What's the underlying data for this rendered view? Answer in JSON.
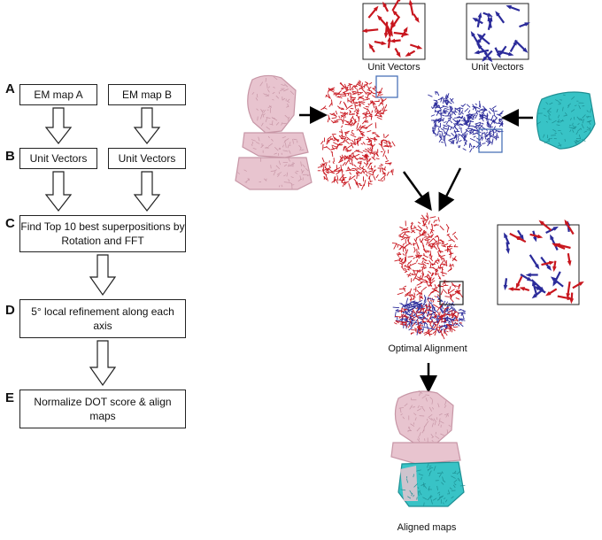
{
  "flowchart": {
    "steps": [
      {
        "letter": "A",
        "boxes": [
          "EM map A",
          "EM map B"
        ]
      },
      {
        "letter": "B",
        "boxes": [
          "Unit Vectors",
          "Unit Vectors"
        ]
      },
      {
        "letter": "C",
        "boxes": [
          "Find Top 10 best superpositions by Rotation and FFT"
        ]
      },
      {
        "letter": "D",
        "boxes": [
          "5° local refinement along each axis"
        ]
      },
      {
        "letter": "E",
        "boxes": [
          "Normalize DOT score & align maps"
        ]
      }
    ]
  },
  "illustration": {
    "insets": [
      {
        "label": "Unit Vectors",
        "color": "#c0111a"
      },
      {
        "label": "Unit Vectors",
        "color": "#2f2f9e"
      }
    ],
    "optimal_label": "Optimal Alignment",
    "aligned_label": "Aligned maps",
    "colors": {
      "map_a": "#e8c4cf",
      "map_a_dark": "#c796a6",
      "map_b": "#38c3c6",
      "map_b_dark": "#1e8f93",
      "vectors_a": "#c8161e",
      "vectors_b": "#2b2b9a",
      "inset_frame": "#4a72b8"
    }
  }
}
